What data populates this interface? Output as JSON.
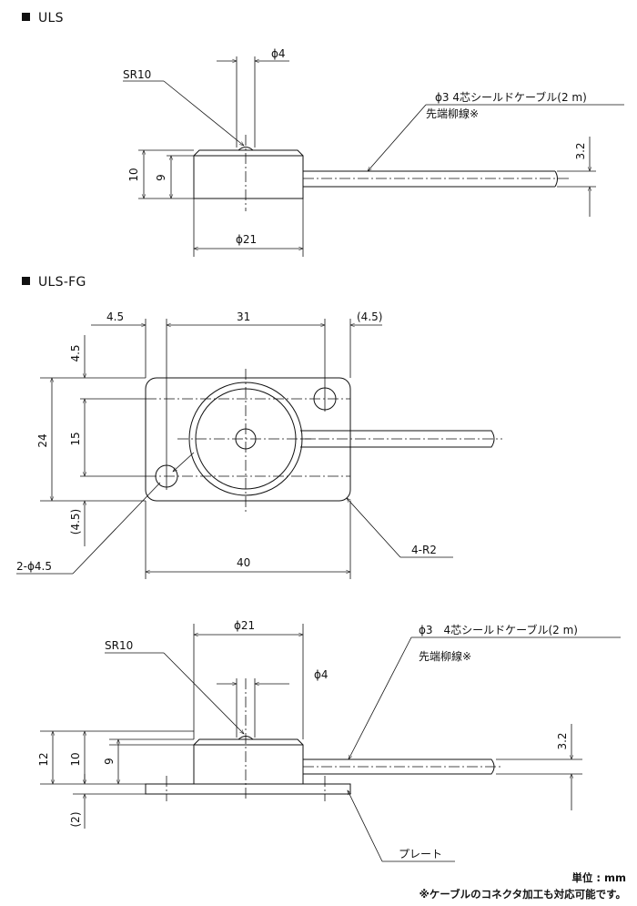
{
  "sections": {
    "uls": {
      "title": "ULS"
    },
    "ulsfg": {
      "title": "ULS-FG"
    }
  },
  "labels": {
    "sr10": "SR10",
    "phi4": "ϕ4",
    "cable": "ϕ3 4芯シールドケーブル(2 m)",
    "cable2": "ϕ3　4芯シールドケーブル(2 m)",
    "tip": "先端柳線※",
    "d10": "10",
    "d9": "9",
    "d32": "3.2",
    "phi21": "ϕ21",
    "d45": "4.5",
    "d31": "31",
    "d45p": "(4.5)",
    "d24": "24",
    "d15": "15",
    "holes": "2-ϕ4.5",
    "d40": "40",
    "r2": "4-R2",
    "d12": "12",
    "d2p": "(2)",
    "plate": "プレート"
  },
  "footer": {
    "unit": "単位 : mm",
    "note": "※ケーブルのコネクタ加工も対応可能です。"
  }
}
